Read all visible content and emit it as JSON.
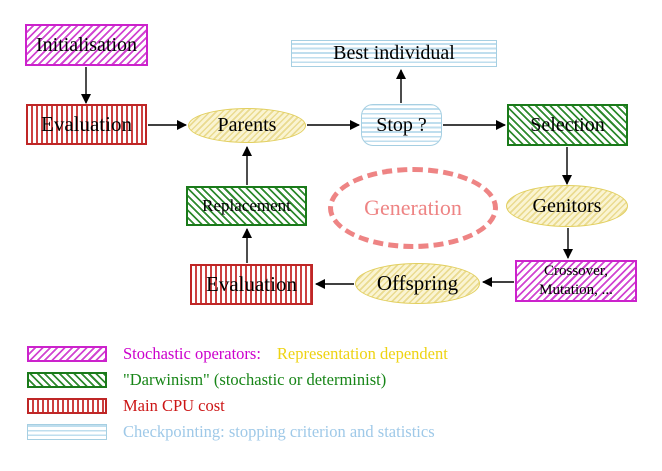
{
  "nodes": {
    "initialisation": "Initialisation",
    "evaluation_top": "Evaluation",
    "parents": "Parents",
    "best_individual": "Best individual",
    "stop": "Stop ?",
    "selection": "Selection",
    "genitors": "Genitors",
    "crossover_line1": "Crossover,",
    "crossover_line2": "Mutation, ...",
    "offspring": "Offspring",
    "evaluation_bottom": "Evaluation",
    "replacement": "Replacement",
    "generation": "Generation"
  },
  "legend": {
    "rows": [
      {
        "swatch": "magenta-diagonal-hatch",
        "text1": "Stochastic operators:",
        "text2": "Representation dependent"
      },
      {
        "swatch": "green-diagonal-hatch",
        "text1": "\"Darwinism\" (stochastic or determinist)"
      },
      {
        "swatch": "red-vertical-stripes",
        "text1": "Main CPU cost"
      },
      {
        "swatch": "blue-horizontal-stripes",
        "text1": "Checkpointing: stopping criterion and statistics"
      }
    ]
  },
  "colors": {
    "magenta": "#cc00cc",
    "green": "#1a7a1a",
    "red": "#bf2626",
    "light_blue": "#a6cfe2",
    "yellow_border": "#e2cf5e",
    "coral_dashed": "#ee8484",
    "legend_gold_text": "#eed312",
    "legend_blue_text": "#9fc9e8",
    "node_text": "#000000"
  }
}
